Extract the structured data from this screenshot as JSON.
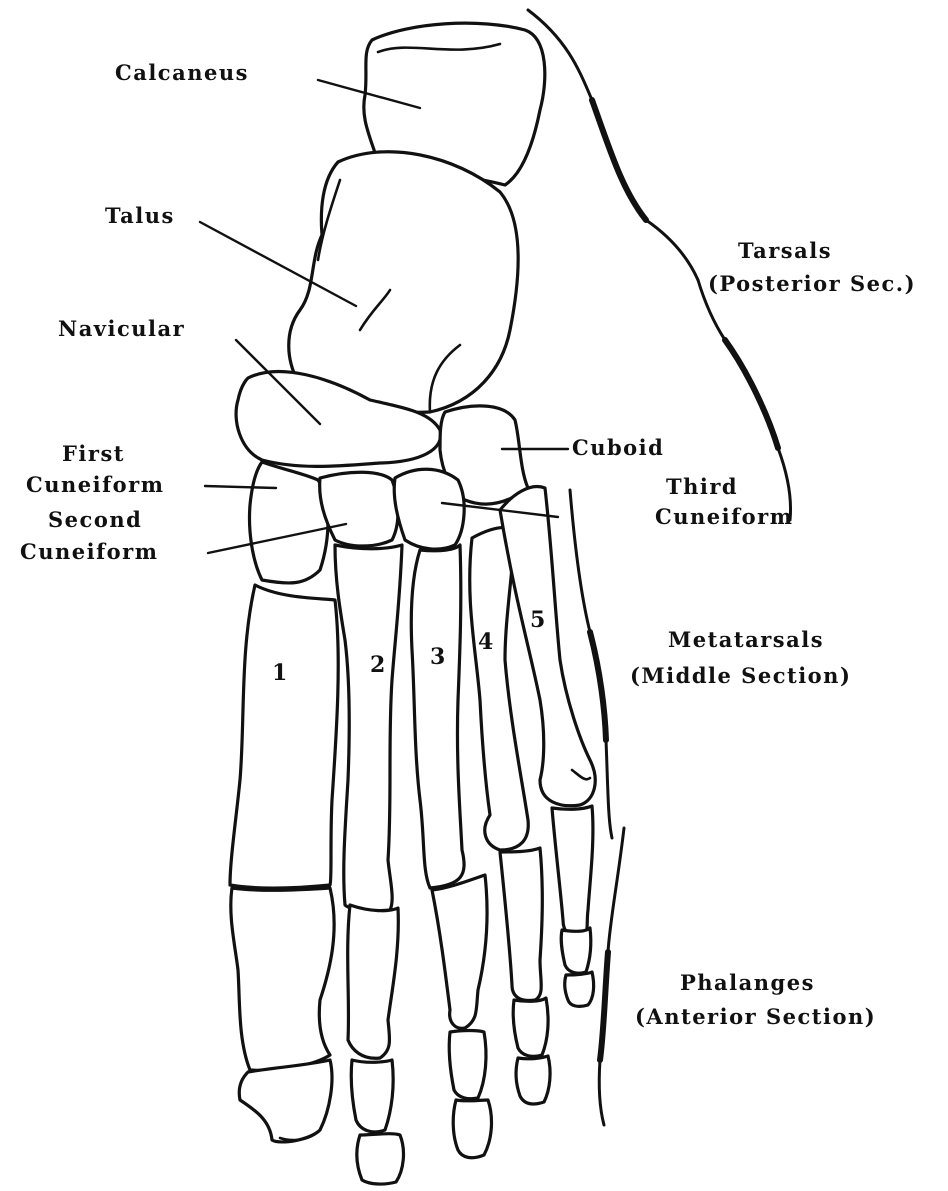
{
  "labels": {
    "calcaneus": "Calcaneus",
    "talus": "Talus",
    "navicular": "Navicular",
    "first_cuneiform_1": "First",
    "first_cuneiform_2": "Cuneiform",
    "second_cuneiform_1": "Second",
    "second_cuneiform_2": "Cuneiform",
    "cuboid": "Cuboid",
    "third_cuneiform_1": "Third",
    "third_cuneiform_2": "Cuneiform"
  },
  "sections": {
    "tarsals_1": "Tarsals",
    "tarsals_2": "(Posterior Sec.)",
    "metatarsals_1": "Metatarsals",
    "metatarsals_2": "(Middle Section)",
    "phalanges_1": "Phalanges",
    "phalanges_2": "(Anterior Section)"
  },
  "metatarsal_numbers": [
    "1",
    "2",
    "3",
    "4",
    "5"
  ]
}
